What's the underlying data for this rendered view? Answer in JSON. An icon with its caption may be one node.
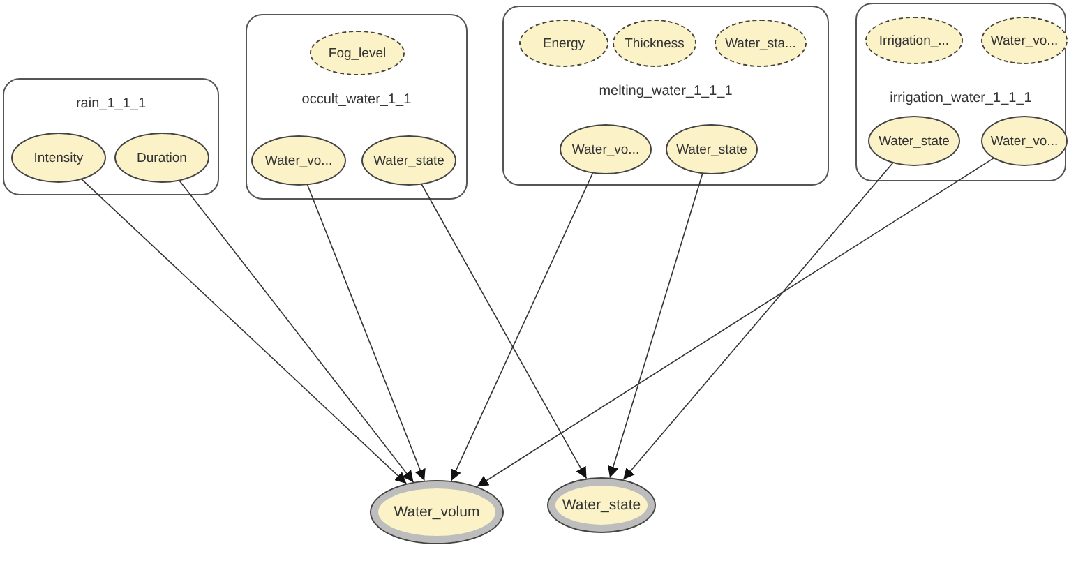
{
  "diagram": {
    "nodes": [
      {
        "text": [
          "rain_1_1_1"
        ]
      },
      {
        "text": [
          "Intensity"
        ],
        "in": 0
      },
      {
        "text": [
          "Duration"
        ],
        "in": 0
      },
      {
        "text": [
          "occult_water_1_1"
        ]
      },
      {
        "text": [
          "Fog_level"
        ],
        "in": 3
      },
      {
        "text": [
          "Water_vo..."
        ],
        "in": 3
      },
      {
        "text": [
          "Water_state"
        ],
        "in": 3
      },
      {
        "text": [
          "melting_water_1_1_1"
        ]
      },
      {
        "text": [
          "Energy"
        ],
        "in": 7
      },
      {
        "text": [
          "Thickness"
        ],
        "in": 7
      },
      {
        "text": [
          "Water_sta..."
        ],
        "in": 7
      },
      {
        "text": [
          "Water_vo..."
        ],
        "in": 7
      },
      {
        "text": [
          "Water_state"
        ],
        "in": 7
      },
      {
        "text": [
          "irrigation_water_1_1_1"
        ]
      },
      {
        "text": [
          "Irrigation_..."
        ],
        "in": 13
      },
      {
        "text": [
          "Water_vo..."
        ],
        "in": 13
      },
      {
        "text": [
          "Water_state"
        ],
        "in": 13
      },
      {
        "text": [
          "Water_vo..."
        ],
        "in": 13
      },
      {
        "text": [
          "Water_volum"
        ]
      },
      {
        "text": [
          "Water_state"
        ]
      }
    ],
    "edges": [
      {
        "from": 1,
        "to": 18,
        "arrow": "to"
      },
      {
        "from": 2,
        "to": 18,
        "arrow": "to"
      },
      {
        "from": 5,
        "to": 18,
        "arrow": "to"
      },
      {
        "from": 6,
        "to": 19,
        "arrow": "to"
      },
      {
        "from": 11,
        "to": 18,
        "arrow": "to"
      },
      {
        "from": 12,
        "to": 19,
        "arrow": "to"
      },
      {
        "from": 16,
        "to": 19,
        "arrow": "to"
      },
      {
        "from": 17,
        "to": 18,
        "arrow": "to"
      }
    ]
  }
}
